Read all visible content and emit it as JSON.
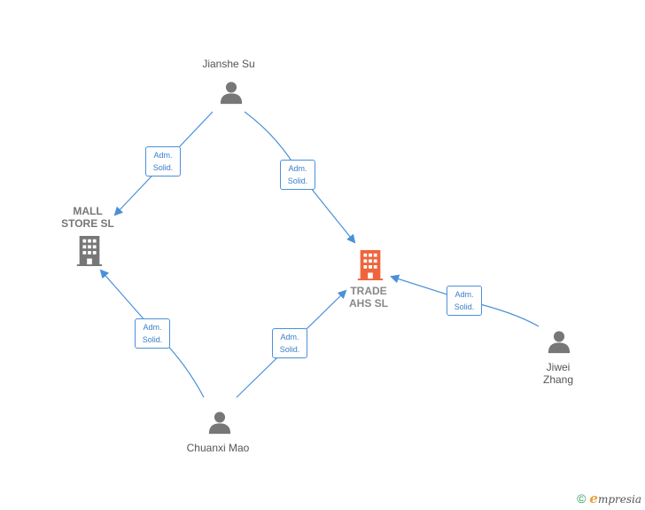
{
  "nodes": {
    "jianshe_su": {
      "label": "Jianshe Su",
      "type": "person"
    },
    "mall_store": {
      "label": "MALL\nSTORE  SL",
      "type": "company"
    },
    "trade_ahs": {
      "label": "TRADE\nAHS  SL",
      "type": "company",
      "highlight": true
    },
    "jiwei_zhang": {
      "label": "Jiwei\nZhang",
      "type": "person"
    },
    "chuanxi_mao": {
      "label": "Chuanxi Mao",
      "type": "person"
    }
  },
  "edges": [
    {
      "from": "jianshe_su",
      "to": "mall_store",
      "line1": "Adm.",
      "line2": "Solid."
    },
    {
      "from": "jianshe_su",
      "to": "trade_ahs",
      "line1": "Adm.",
      "line2": "Solid."
    },
    {
      "from": "chuanxi_mao",
      "to": "mall_store",
      "line1": "Adm.",
      "line2": "Solid."
    },
    {
      "from": "chuanxi_mao",
      "to": "trade_ahs",
      "line1": "Adm.",
      "line2": "Solid."
    },
    {
      "from": "jiwei_zhang",
      "to": "trade_ahs",
      "line1": "Adm.",
      "line2": "Solid."
    }
  ],
  "colors": {
    "edge": "#4a90d9",
    "person_icon": "#777777",
    "company_icon": "#777777",
    "highlight_icon": "#f0643c"
  },
  "footer": {
    "copyright": "©",
    "brand_first": "e",
    "brand_rest": "mpresia"
  }
}
